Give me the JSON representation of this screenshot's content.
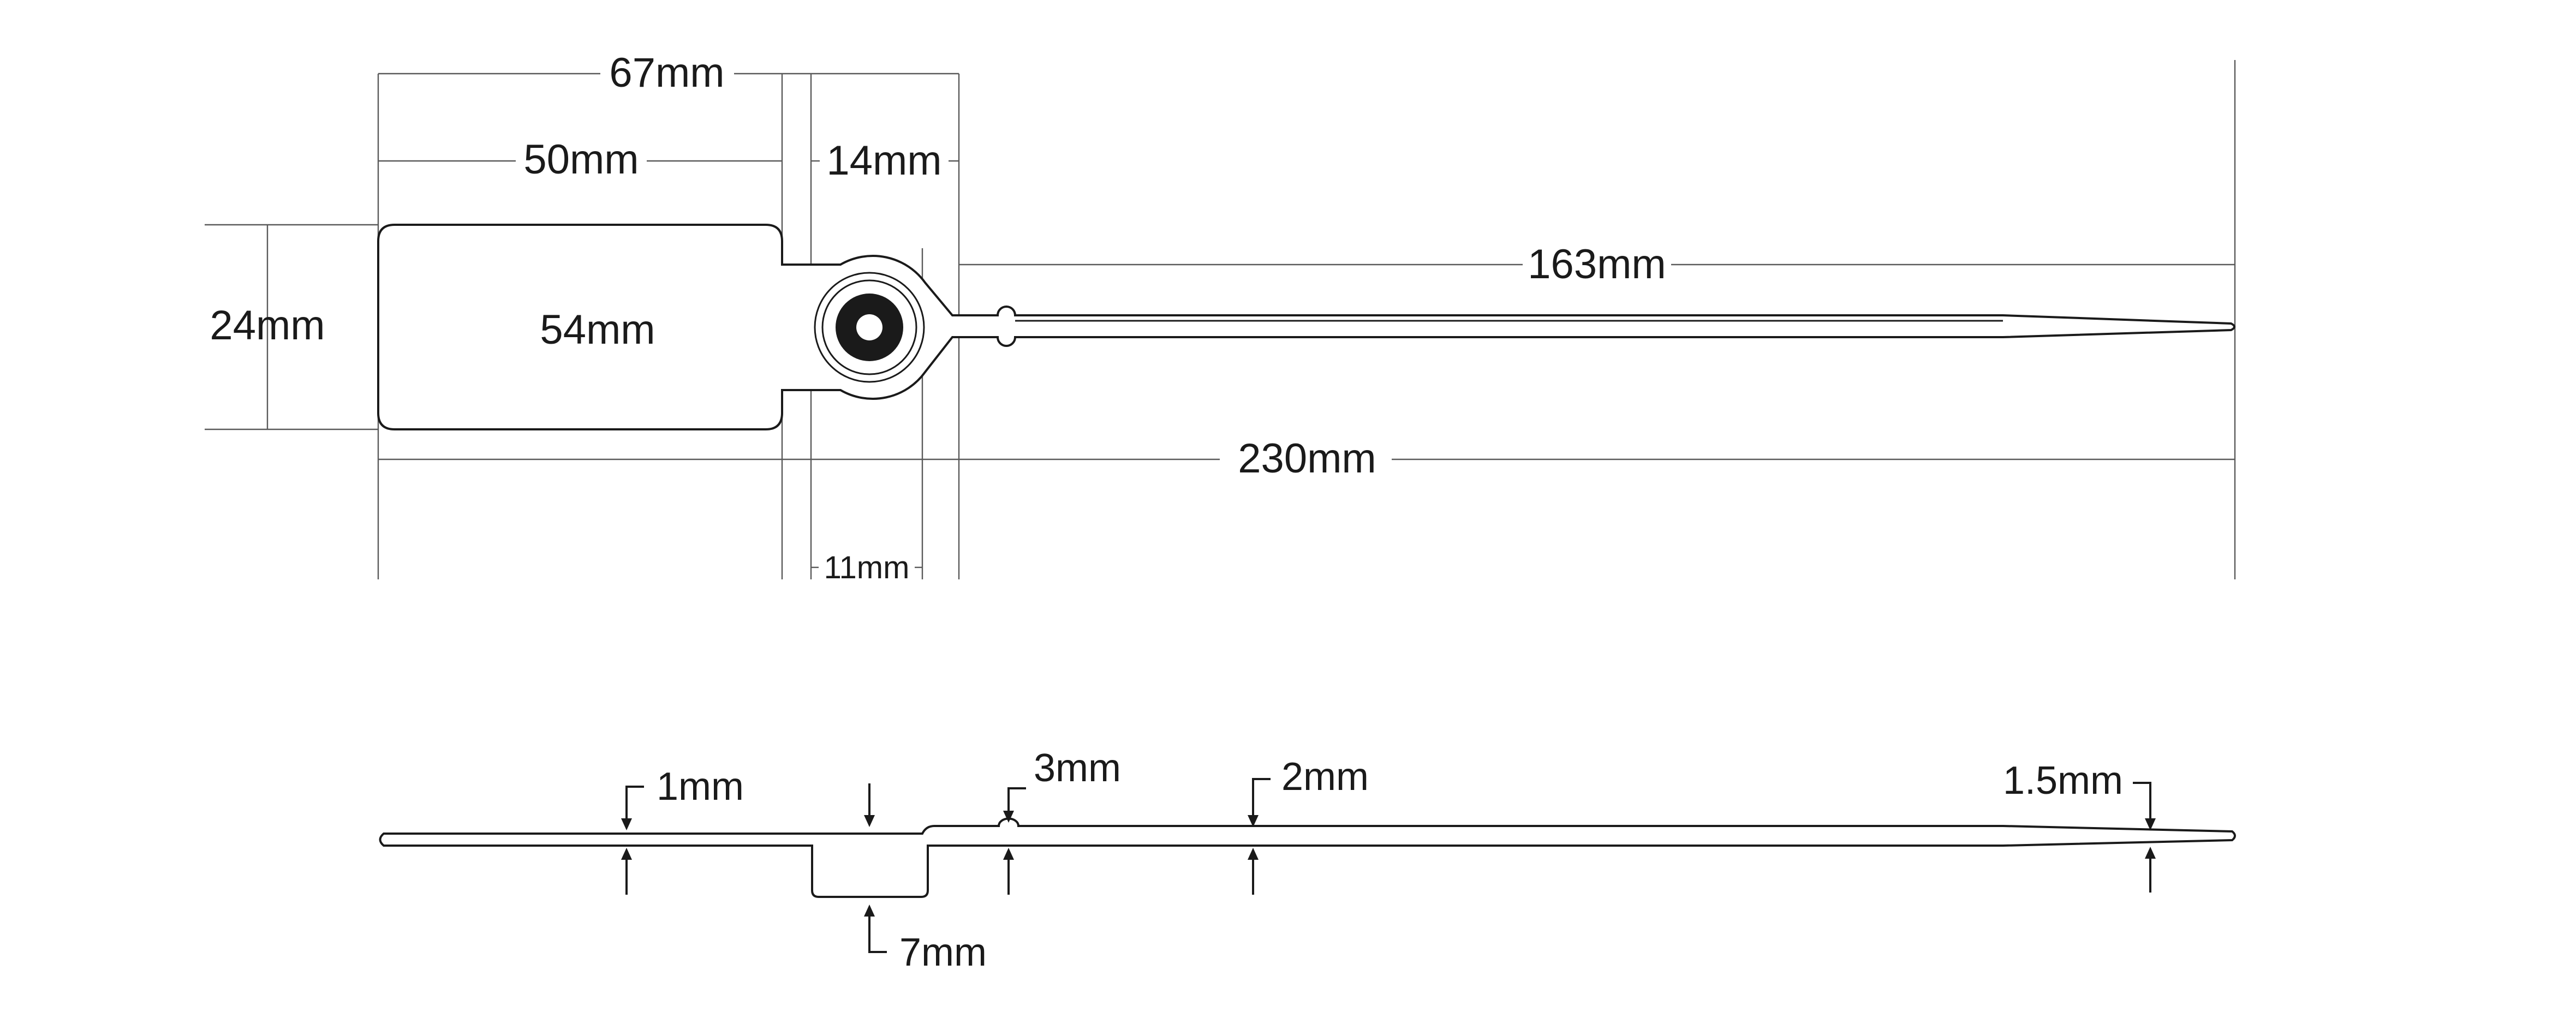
{
  "top_view": {
    "dims": {
      "d67": "67mm",
      "d50": "50mm",
      "d14": "14mm",
      "d163": "163mm",
      "d24": "24mm",
      "d54": "54mm",
      "d230": "230mm",
      "d11": "11mm"
    }
  },
  "side_view": {
    "dims": {
      "d1": "1mm",
      "d3": "3mm",
      "d2": "2mm",
      "d1_5": "1.5mm",
      "d7": "7mm"
    }
  },
  "colors": {
    "outline": "#1a1a1a",
    "dimension_line": "#5a5a5a",
    "background": "#ffffff"
  }
}
